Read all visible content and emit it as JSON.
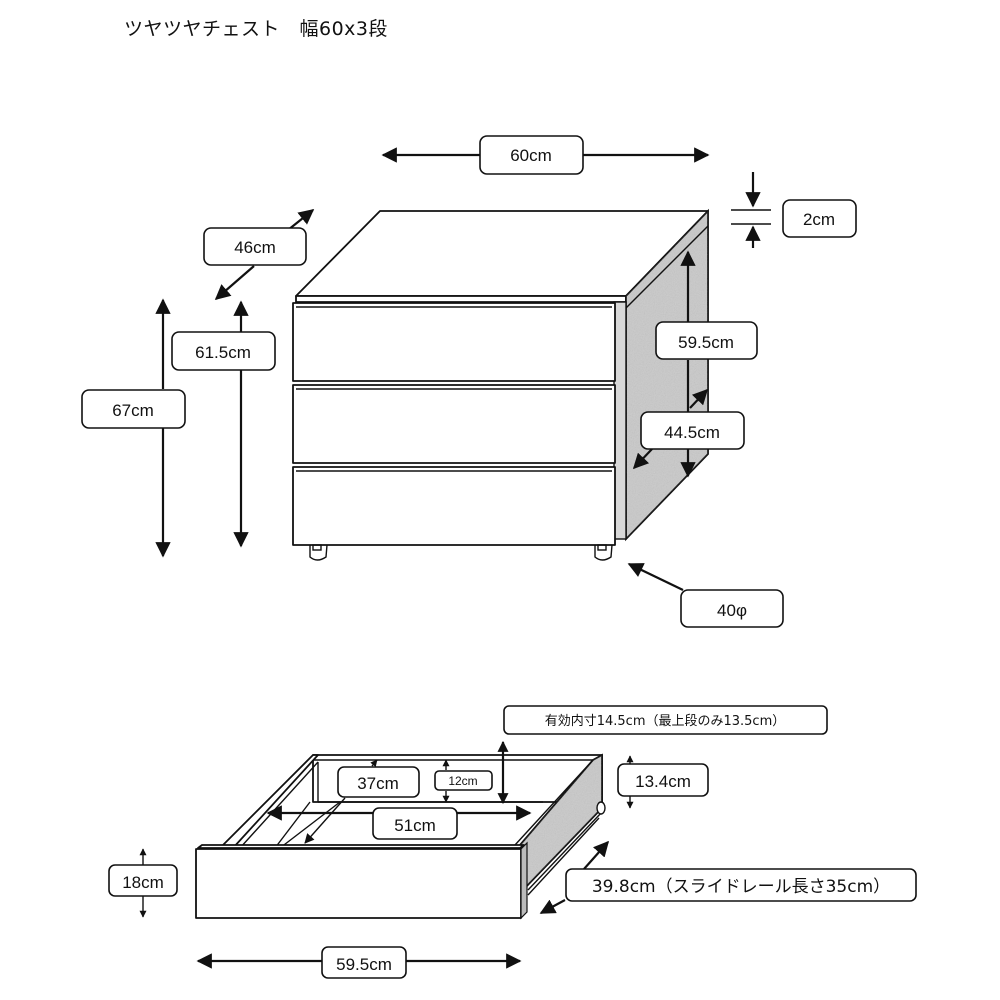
{
  "title": "ツヤツヤチェスト　幅60x3段",
  "chest": {
    "width_label": "60cm",
    "depth_label": "46cm",
    "top_thickness_label": "2cm",
    "total_height_label": "67cm",
    "body_height_label": "61.5cm",
    "side_height_label": "59.5cm",
    "side_depth_label": "44.5cm",
    "caster_label": "40φ",
    "drawer_count": 3
  },
  "drawer": {
    "effective_inner_label": "有効内寸14.5cm（最上段のみ13.5cm）",
    "side_height_label": "13.4cm",
    "inner_depth_label": "37cm",
    "inner_height_label": "12cm",
    "inner_width_label": "51cm",
    "front_height_label": "18cm",
    "front_width_label": "59.5cm",
    "depth_label": "39.8cm（スライドレール長さ35cm）"
  }
}
